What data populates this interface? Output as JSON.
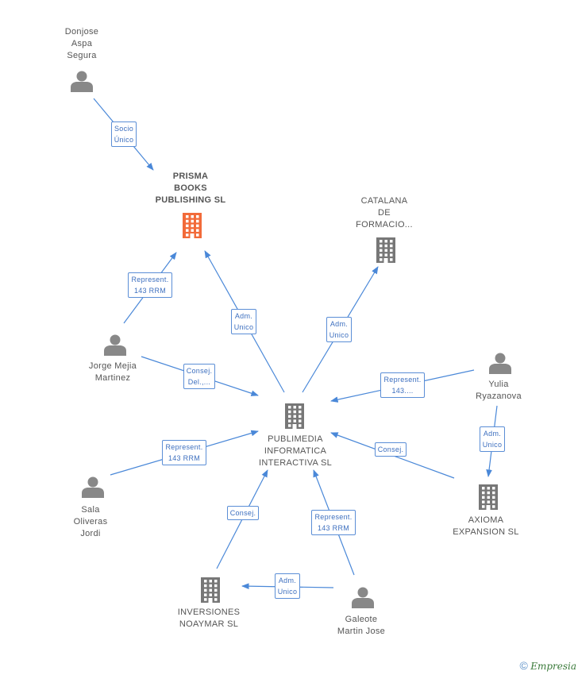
{
  "colors": {
    "edge": "#4a88d8",
    "company": "#777777",
    "main_company": "#f26b3a",
    "person": "#888888"
  },
  "nodes": {
    "donjose": {
      "label": "Donjose\nAspa\nSegura",
      "icon": "person-icon"
    },
    "prisma": {
      "label": "PRISMA\nBOOKS\nPUBLISHING SL",
      "icon": "building-icon"
    },
    "catalana": {
      "label": "CATALANA\nDE\nFORMACIO...",
      "icon": "building-icon"
    },
    "jorge": {
      "label": "Jorge Mejia\nMartinez",
      "icon": "person-icon"
    },
    "publimedia": {
      "label": "PUBLIMEDIA\nINFORMATICA\nINTERACTIVA SL",
      "icon": "building-icon"
    },
    "yulia": {
      "label": "Yulia\nRyazanova",
      "icon": "person-icon"
    },
    "sala": {
      "label": "Sala\nOliveras\nJordi",
      "icon": "person-icon"
    },
    "axioma": {
      "label": "AXIOMA\nEXPANSION SL",
      "icon": "building-icon"
    },
    "inversiones": {
      "label": "INVERSIONES\nNOAYMAR SL",
      "icon": "building-icon"
    },
    "galeote": {
      "label": "Galeote\nMartin Jose",
      "icon": "person-icon"
    }
  },
  "edges": [
    {
      "from": "donjose",
      "to": "prisma",
      "label": "Socio\nÚnico"
    },
    {
      "from": "jorge",
      "to": "prisma",
      "label": "Represent.\n143 RRM"
    },
    {
      "from": "publimedia",
      "to": "prisma",
      "label": "Adm.\nUnico"
    },
    {
      "from": "publimedia",
      "to": "catalana",
      "label": "Adm.\nUnico"
    },
    {
      "from": "jorge",
      "to": "publimedia",
      "label": "Consej.\nDel.,..."
    },
    {
      "from": "yulia",
      "to": "publimedia",
      "label": "Represent.\n143...."
    },
    {
      "from": "sala",
      "to": "publimedia",
      "label": "Represent.\n143 RRM"
    },
    {
      "from": "axioma",
      "to": "publimedia",
      "label": "Consej."
    },
    {
      "from": "yulia",
      "to": "axioma",
      "label": "Adm.\nUnico"
    },
    {
      "from": "inversiones",
      "to": "publimedia",
      "label": "Consej."
    },
    {
      "from": "galeote",
      "to": "publimedia",
      "label": "Represent.\n143 RRM"
    },
    {
      "from": "galeote",
      "to": "inversiones",
      "label": "Adm.\nUnico"
    }
  ],
  "footer": {
    "symbol": "©",
    "brand": "Empresia"
  }
}
